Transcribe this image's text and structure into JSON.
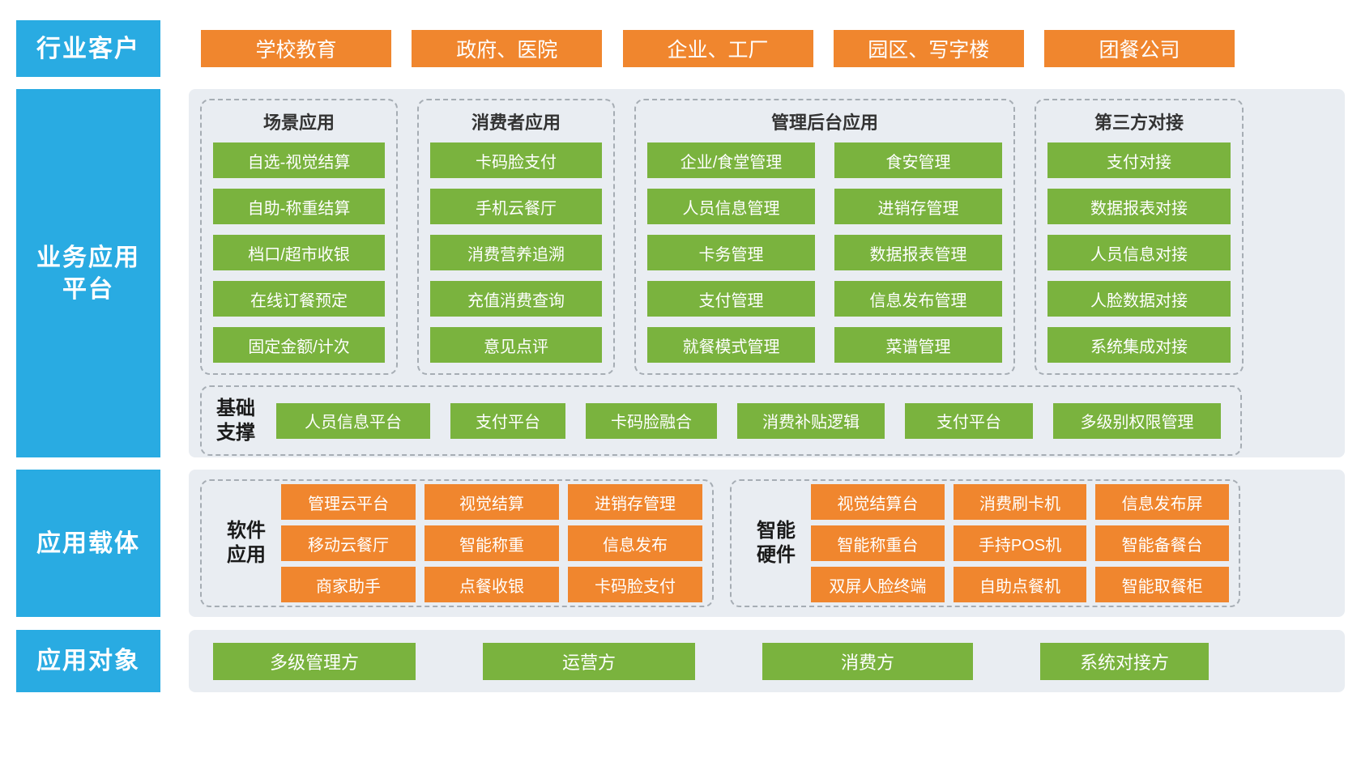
{
  "colors": {
    "blue": "#29ABE2",
    "orange": "#F0862E",
    "green": "#7AB33E",
    "panel_bg": "#E9EDF2",
    "dashed_border": "#A6ADB4"
  },
  "row1": {
    "label": "行业客户",
    "items": [
      "学校教育",
      "政府、医院",
      "企业、工厂",
      "园区、写字楼",
      "团餐公司"
    ]
  },
  "row2": {
    "label_lines": [
      "业务应用",
      "平台"
    ],
    "groups": [
      {
        "title": "场景应用",
        "items": [
          "自选-视觉结算",
          "自助-称重结算",
          "档口/超市收银",
          "在线订餐预定",
          "固定金额/计次"
        ]
      },
      {
        "title": "消费者应用",
        "items": [
          "卡码脸支付",
          "手机云餐厅",
          "消费营养追溯",
          "充值消费查询",
          "意见点评"
        ]
      },
      {
        "title": "管理后台应用",
        "col1": [
          "企业/食堂管理",
          "人员信息管理",
          "卡务管理",
          "支付管理",
          "就餐模式管理"
        ],
        "col2": [
          "食安管理",
          "进销存管理",
          "数据报表管理",
          "信息发布管理",
          "菜谱管理"
        ]
      },
      {
        "title": "第三方对接",
        "items": [
          "支付对接",
          "数据报表对接",
          "人员信息对接",
          "人脸数据对接",
          "系统集成对接"
        ]
      }
    ],
    "base": {
      "label_lines": [
        "基础",
        "支撑"
      ],
      "items": [
        "人员信息平台",
        "支付平台",
        "卡码脸融合",
        "消费补贴逻辑",
        "支付平台",
        "多级别权限管理"
      ]
    }
  },
  "row3": {
    "label": "应用载体",
    "software": {
      "label_lines": [
        "软件",
        "应用"
      ],
      "items": [
        "管理云平台",
        "视觉结算",
        "进销存管理",
        "移动云餐厅",
        "智能称重",
        "信息发布",
        "商家助手",
        "点餐收银",
        "卡码脸支付"
      ]
    },
    "hardware": {
      "label_lines": [
        "智能",
        "硬件"
      ],
      "items": [
        "视觉结算台",
        "消费刷卡机",
        "信息发布屏",
        "智能称重台",
        "手持POS机",
        "智能备餐台",
        "双屏人脸终端",
        "自助点餐机",
        "智能取餐柜"
      ]
    }
  },
  "row4": {
    "label": "应用对象",
    "items": [
      "多级管理方",
      "运营方",
      "消费方",
      "系统对接方"
    ]
  }
}
